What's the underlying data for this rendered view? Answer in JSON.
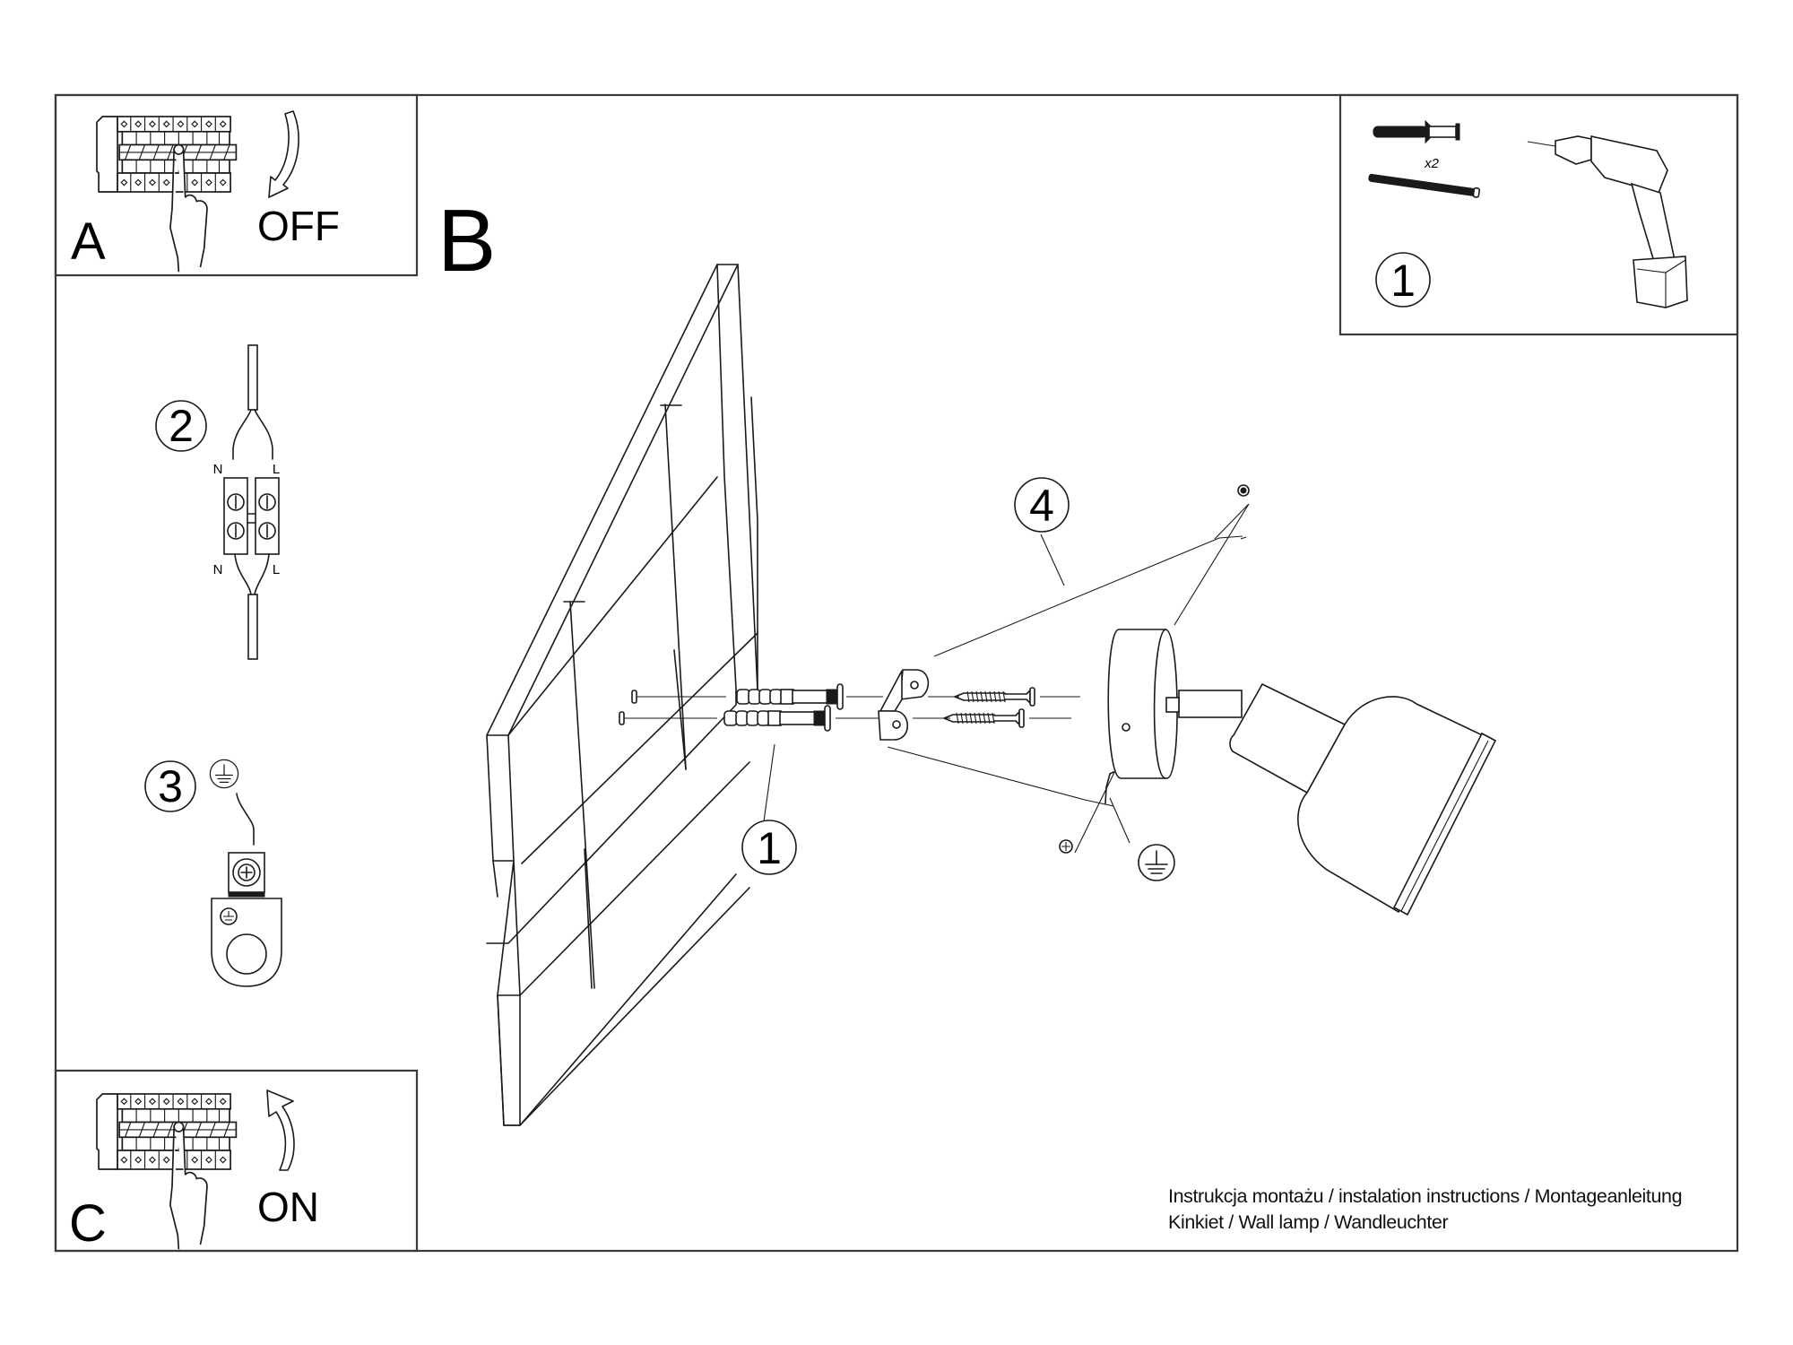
{
  "panels": {
    "a": {
      "letter": "A",
      "action": "OFF",
      "icon": "circuit-breaker-off-icon"
    },
    "b": {
      "letter": "B"
    },
    "c": {
      "letter": "C",
      "action": "ON",
      "icon": "circuit-breaker-on-icon"
    }
  },
  "steps": {
    "step1_tools": {
      "number": "1",
      "quantity": "x2",
      "items": [
        "wall-plug",
        "screw",
        "drill"
      ]
    },
    "step2_wiring": {
      "number": "2",
      "terminal_labels_top": [
        "N",
        "L"
      ],
      "terminal_labels_bottom": [
        "N",
        "L"
      ]
    },
    "step3_ground": {
      "number": "3",
      "icon": "ground-symbol-icon"
    },
    "step4_mount": {
      "number": "4"
    },
    "step1_callout": {
      "number": "1"
    }
  },
  "footer": {
    "line1": "Instrukcja montażu / instalation instructions / Montageanleitung",
    "line2": "Kinkiet / Wall lamp / Wandleuchter"
  }
}
